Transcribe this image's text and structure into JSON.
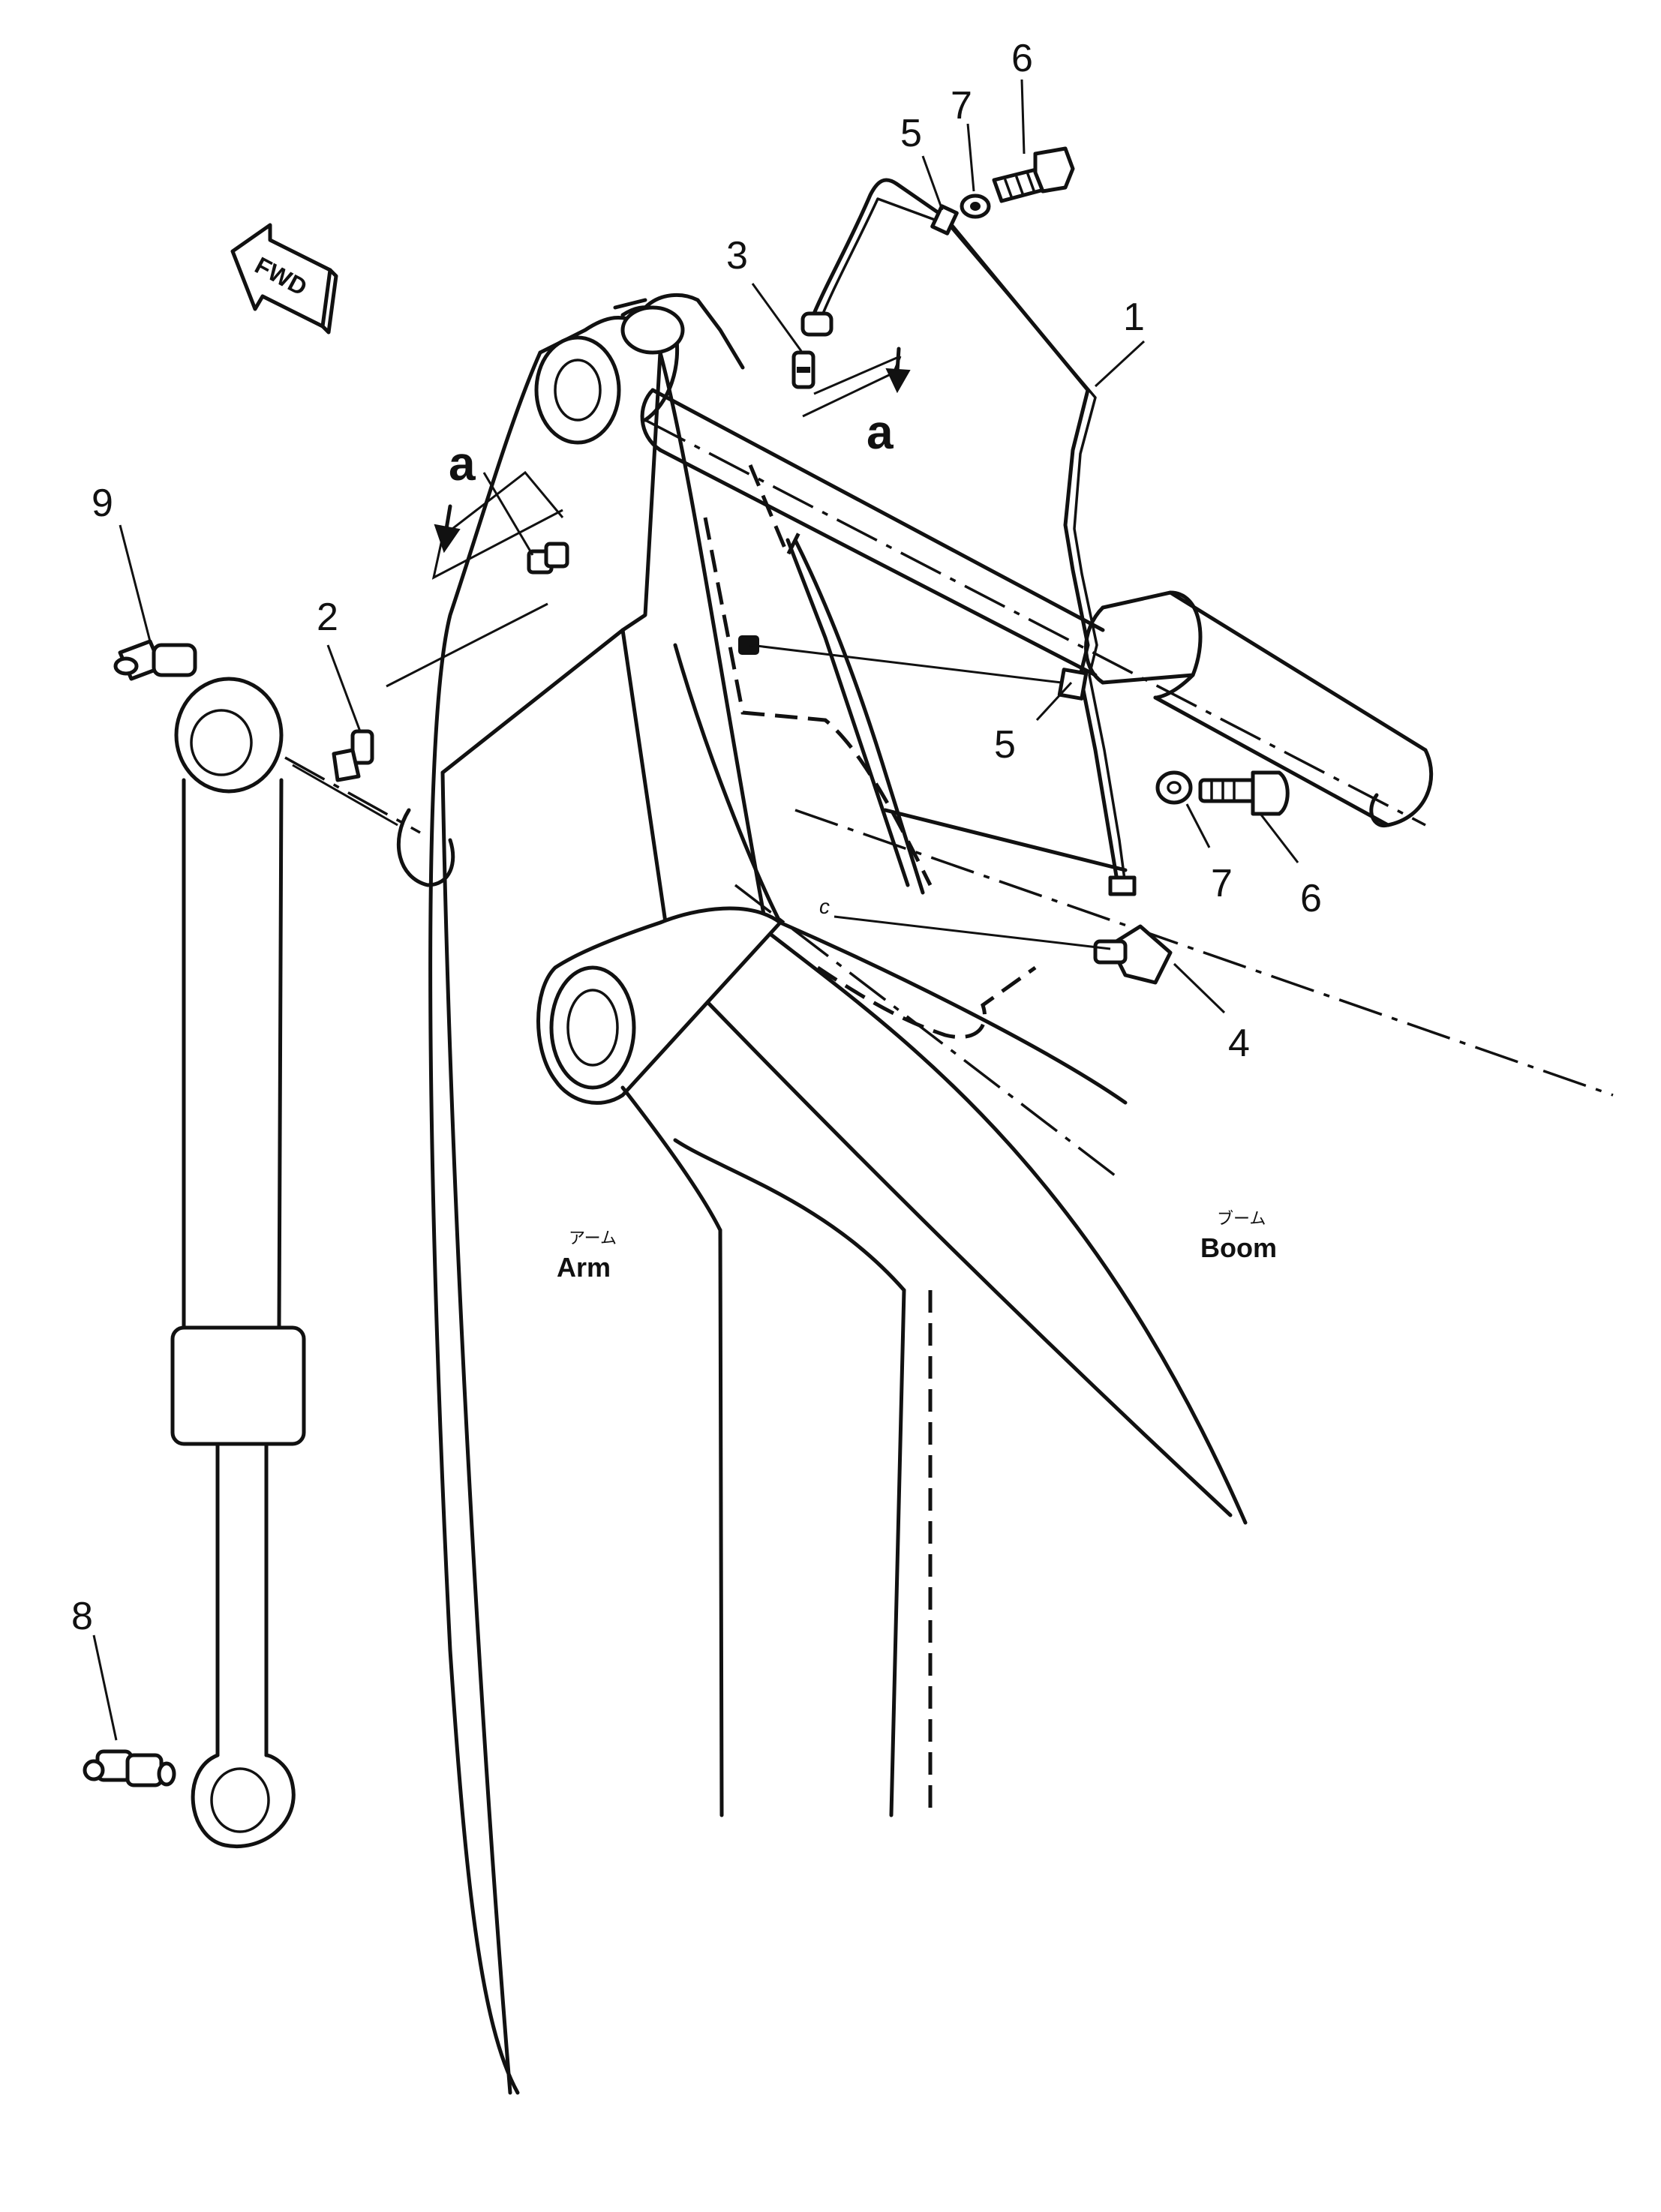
{
  "direction_marker": {
    "text": "FWD"
  },
  "view_markers": {
    "letter": "a",
    "small_letter": "c"
  },
  "part_labels": {
    "arm_jp": "アーム",
    "arm": "Arm",
    "boom_jp": "ブーム",
    "boom": "Boom"
  },
  "callouts": [
    "1",
    "2",
    "3",
    "4",
    "5",
    "5",
    "6",
    "6",
    "7",
    "7",
    "8",
    "9"
  ]
}
